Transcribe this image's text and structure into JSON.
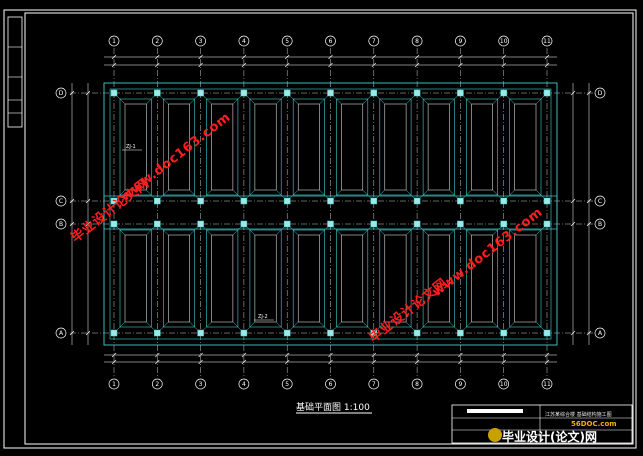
{
  "drawing": {
    "title": "基础平面图 1:100",
    "column_axes": [
      "1",
      "2",
      "3",
      "4",
      "5",
      "6",
      "7",
      "8",
      "9",
      "10",
      "11"
    ],
    "row_axes": [
      "D",
      "C",
      "B",
      "A"
    ],
    "footing_tags": [
      "ZJ-1",
      "ZJ-2"
    ],
    "title_block_text": "江苏某综合楼 基础结构施工图",
    "colors": {
      "frame": "#ffffff",
      "footing": "#3fd0d0",
      "axis": "#ffffff",
      "watermark": "#ff1e1e"
    }
  },
  "watermarks": [
    {
      "text": "毕业设计论文网"
    },
    {
      "text": "www.doc163.com"
    },
    {
      "text": "毕业设计论文网"
    },
    {
      "text": "www.doc163.com"
    }
  ],
  "corner_logo": {
    "brand": "毕业设计(论文)网",
    "site": "56DOC.com"
  }
}
